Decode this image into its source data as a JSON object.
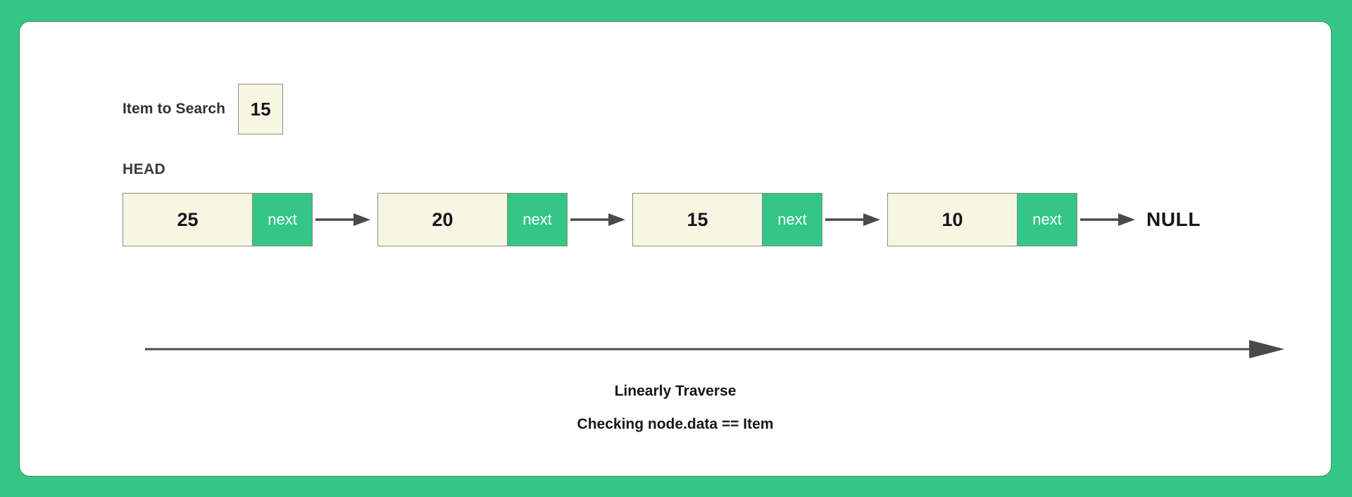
{
  "theme": {
    "background_green": "#33c684",
    "card_background": "#ffffff",
    "node_data_fill": "#f7f6e3",
    "node_next_fill": "#33c684",
    "node_border": "#8b8b86",
    "arrow_color": "#4a4a4a",
    "text_color": "#17161a"
  },
  "search": {
    "label": "Item to Search",
    "value": "15"
  },
  "list": {
    "head_label": "HEAD",
    "next_label": "next",
    "null_label": "NULL",
    "nodes": [
      {
        "data": "25",
        "next": "next"
      },
      {
        "data": "20",
        "next": "next"
      },
      {
        "data": "15",
        "next": "next"
      },
      {
        "data": "10",
        "next": "next"
      }
    ]
  },
  "captions": {
    "line1": "Linearly Traverse",
    "line2": "Checking node.data == Item"
  }
}
